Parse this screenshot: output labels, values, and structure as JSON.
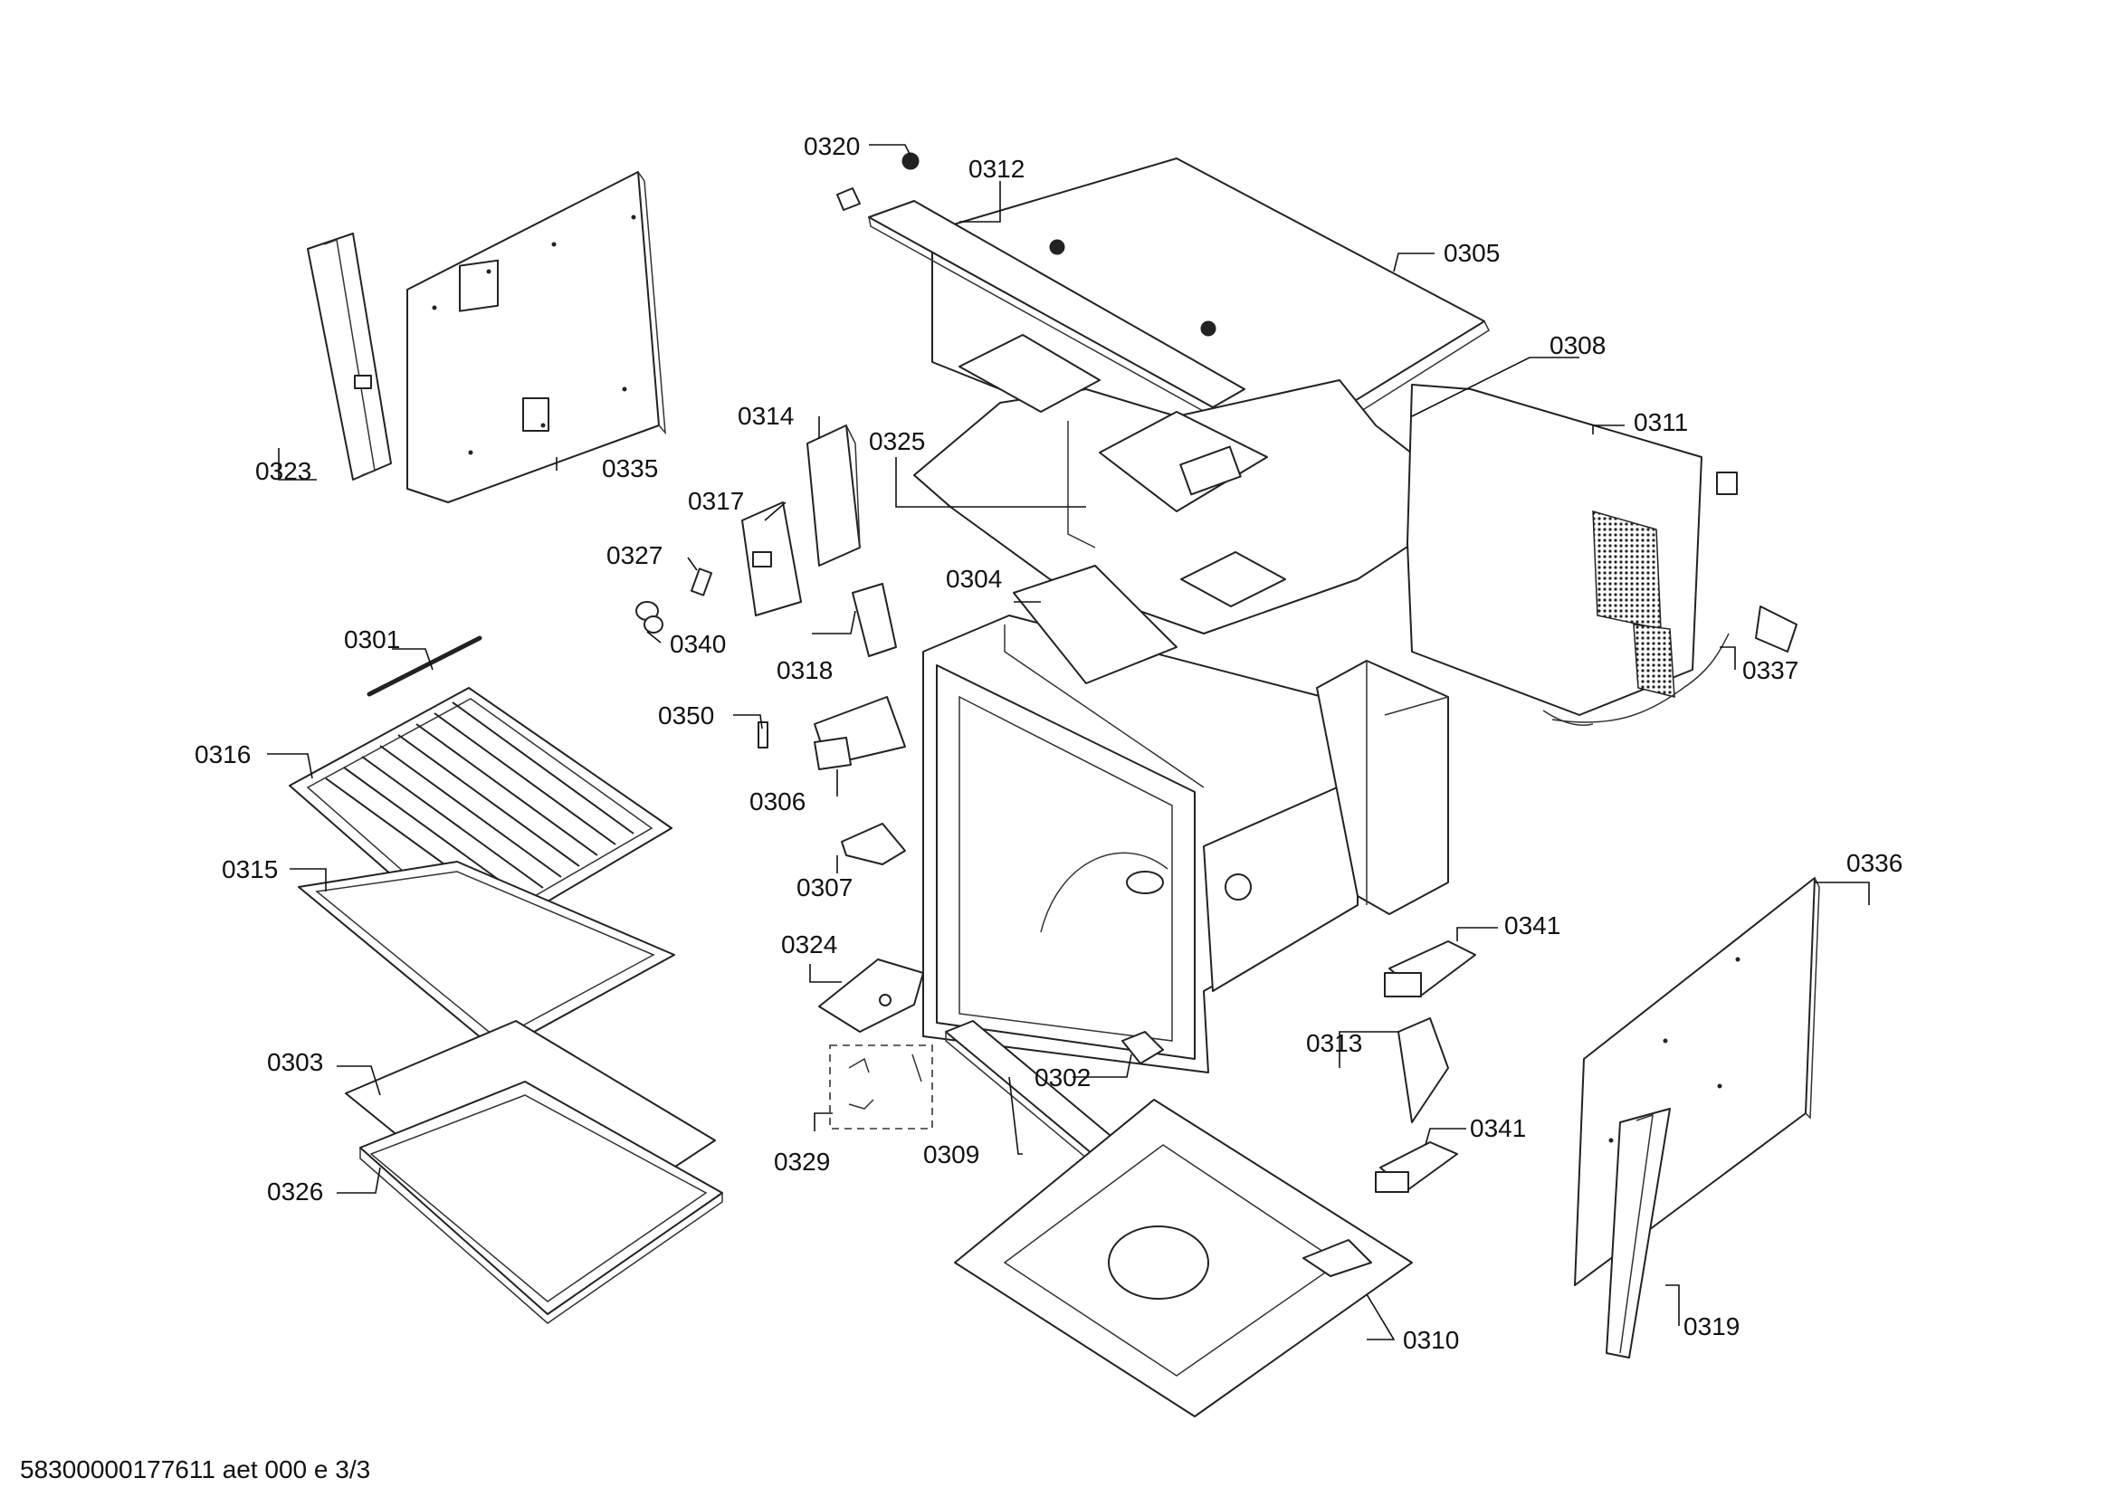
{
  "labels": {
    "p0301": "0301",
    "p0302": "0302",
    "p0303": "0303",
    "p0304": "0304",
    "p0305": "0305",
    "p0306": "0306",
    "p0307": "0307",
    "p0308": "0308",
    "p0309": "0309",
    "p0310": "0310",
    "p0311": "0311",
    "p0312": "0312",
    "p0313": "0313",
    "p0314": "0314",
    "p0315": "0315",
    "p0316": "0316",
    "p0317": "0317",
    "p0318": "0318",
    "p0319": "0319",
    "p0320": "0320",
    "p0323": "0323",
    "p0324": "0324",
    "p0325": "0325",
    "p0326": "0326",
    "p0327": "0327",
    "p0329": "0329",
    "p0335": "0335",
    "p0336": "0336",
    "p0337": "0337",
    "p0340": "0340",
    "p0341a": "0341",
    "p0341b": "0341",
    "p0350": "0350"
  },
  "footer": {
    "document_id": "58300000177611 aet 000 e 3/3"
  }
}
